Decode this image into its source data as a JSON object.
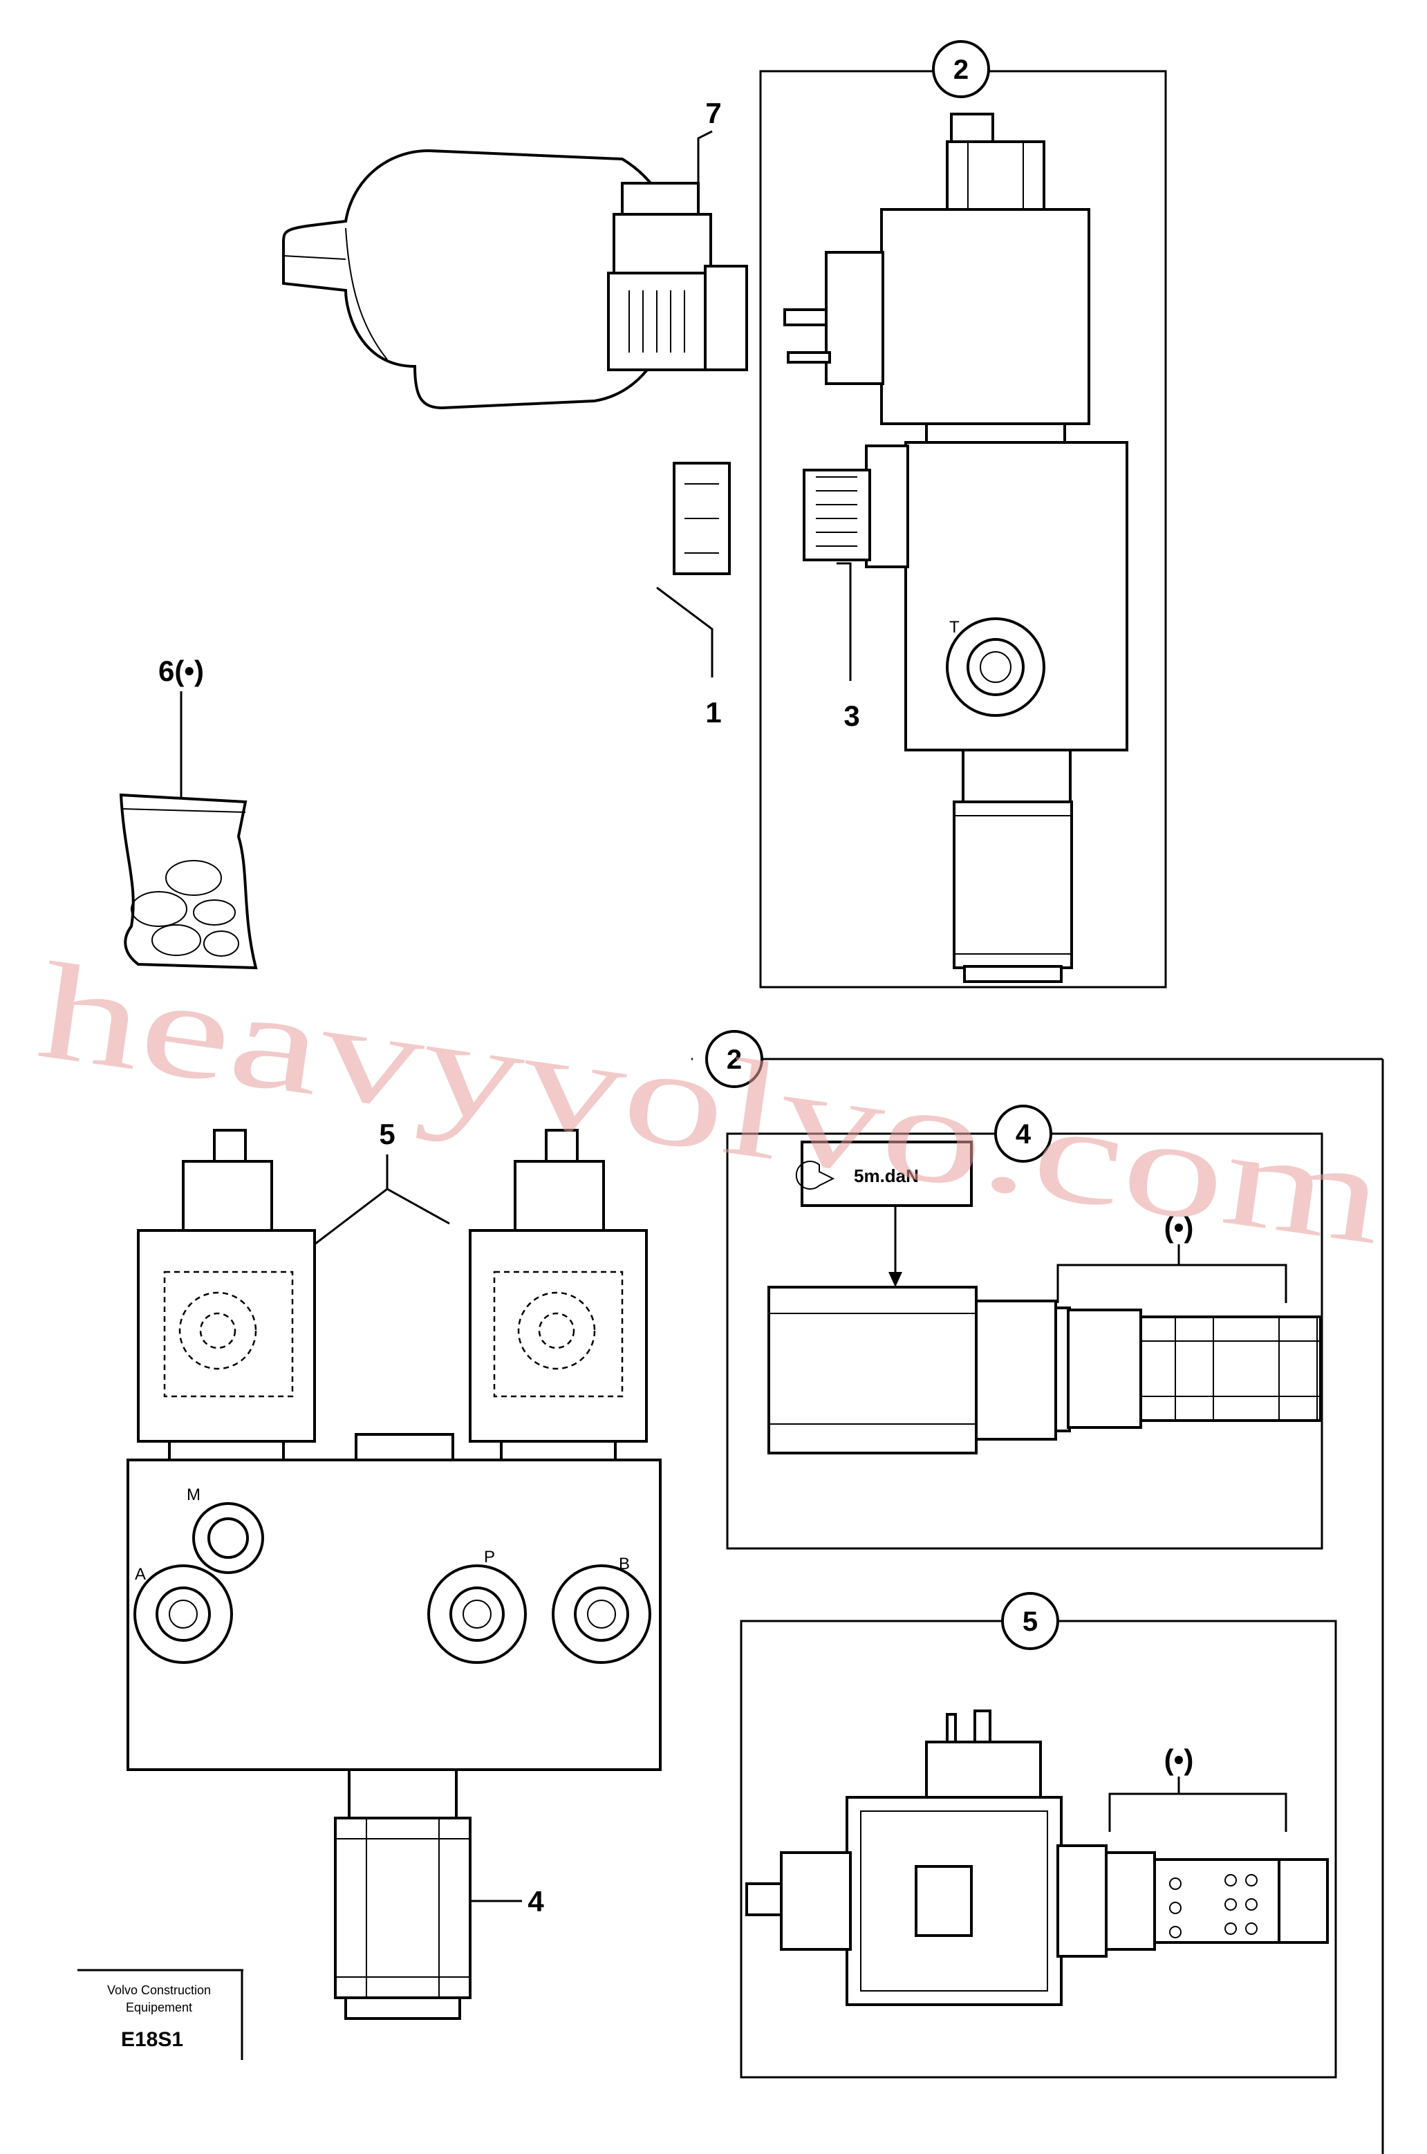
{
  "callouts": {
    "c1": "1",
    "c3": "3",
    "c4": "4",
    "c5": "5",
    "c6": "6(•)",
    "c7": "7"
  },
  "group_tags": {
    "top": "2",
    "bottom": "2",
    "detail4": "4",
    "detail5": "5"
  },
  "ports": {
    "T": "T",
    "M": "M",
    "A": "A",
    "P": "P",
    "B": "B"
  },
  "markers": {
    "detail4_marker": "(•)",
    "detail5_marker": "(•)"
  },
  "torque_label": "5m.daN",
  "footer": {
    "company_line1": "Volvo Construction",
    "company_line2": "Equipement",
    "code": "E18S1"
  },
  "watermark": "heavyvolvo.com",
  "colors": {
    "line": "#000000",
    "watermark": "#e8a0a0",
    "background": "#ffffff"
  }
}
